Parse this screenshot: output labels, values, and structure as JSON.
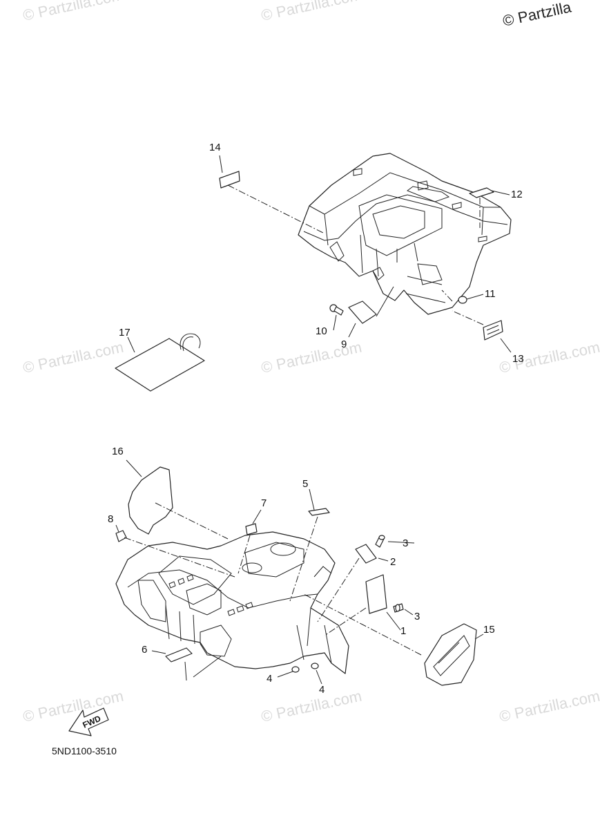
{
  "copyright": "© Partzilla",
  "watermark": "© Partzilla.com",
  "diagram_code": "5ND1100-3510",
  "fwd_label": "FWD",
  "callouts": {
    "c1": "1",
    "c2": "2",
    "c3a": "3",
    "c3b": "3",
    "c4a": "4",
    "c4b": "4",
    "c5": "5",
    "c6": "6",
    "c7": "7",
    "c8": "8",
    "c9": "9",
    "c10": "10",
    "c11": "11",
    "c12": "12",
    "c13": "13",
    "c14": "14",
    "c15": "15",
    "c16": "16",
    "c17": "17"
  }
}
